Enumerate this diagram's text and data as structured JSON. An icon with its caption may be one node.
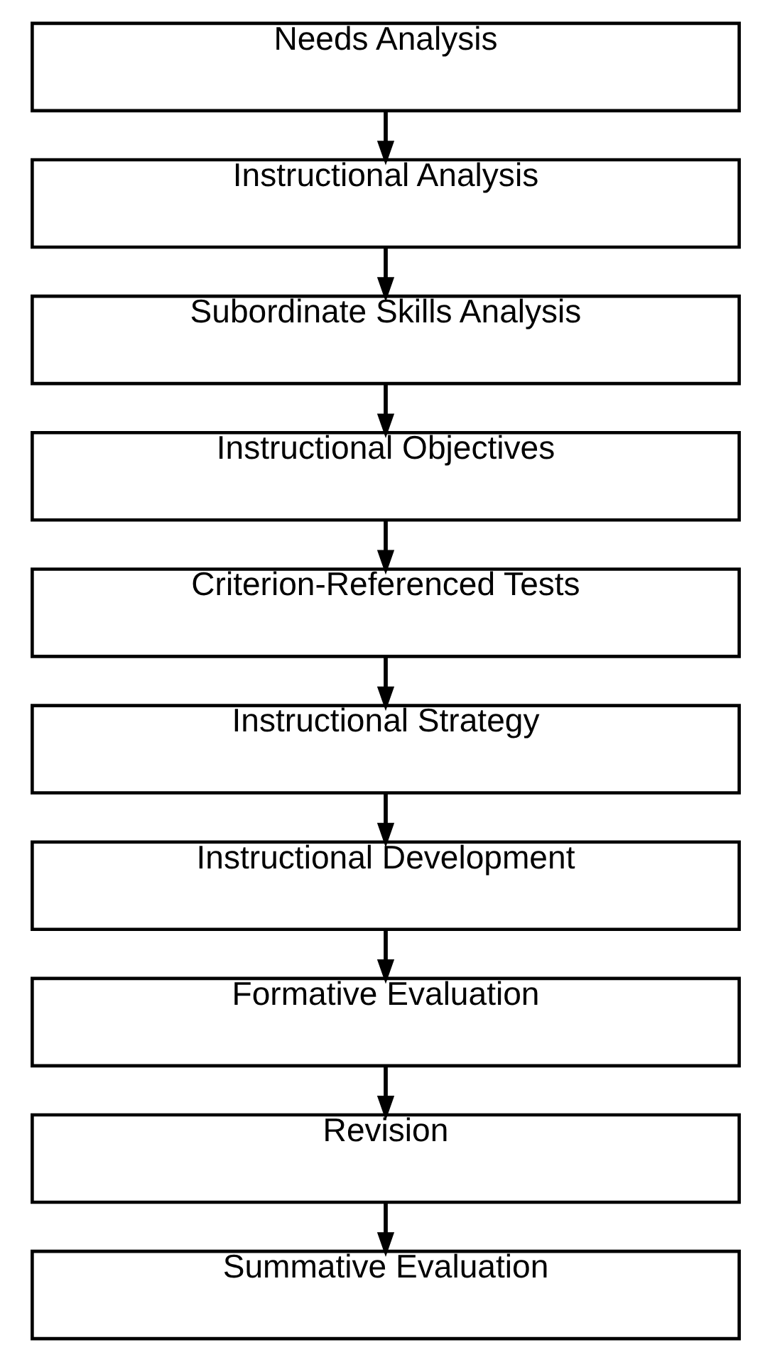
{
  "diagram": {
    "nodes": [
      {
        "text": [
          "Needs Analysis"
        ]
      },
      {
        "text": [
          "Instructional Analysis"
        ]
      },
      {
        "text": [
          "Subordinate Skills Analysis"
        ]
      },
      {
        "text": [
          "Instructional Objectives"
        ]
      },
      {
        "text": [
          "Criterion-Referenced Tests"
        ]
      },
      {
        "text": [
          "Instructional Strategy"
        ]
      },
      {
        "text": [
          "Instructional Development"
        ]
      },
      {
        "text": [
          "Formative Evaluation"
        ]
      },
      {
        "text": [
          "Revision"
        ]
      },
      {
        "text": [
          "Summative Evaluation"
        ]
      }
    ],
    "edges": [
      {
        "from": 0,
        "to": 1,
        "arrow": "to"
      },
      {
        "from": 1,
        "to": 2,
        "arrow": "to"
      },
      {
        "from": 2,
        "to": 3,
        "arrow": "to"
      },
      {
        "from": 3,
        "to": 4,
        "arrow": "to"
      },
      {
        "from": 4,
        "to": 5,
        "arrow": "to"
      },
      {
        "from": 5,
        "to": 6,
        "arrow": "to"
      },
      {
        "from": 6,
        "to": 7,
        "arrow": "to"
      },
      {
        "from": 7,
        "to": 8,
        "arrow": "to"
      },
      {
        "from": 8,
        "to": 9,
        "arrow": "to"
      }
    ]
  }
}
